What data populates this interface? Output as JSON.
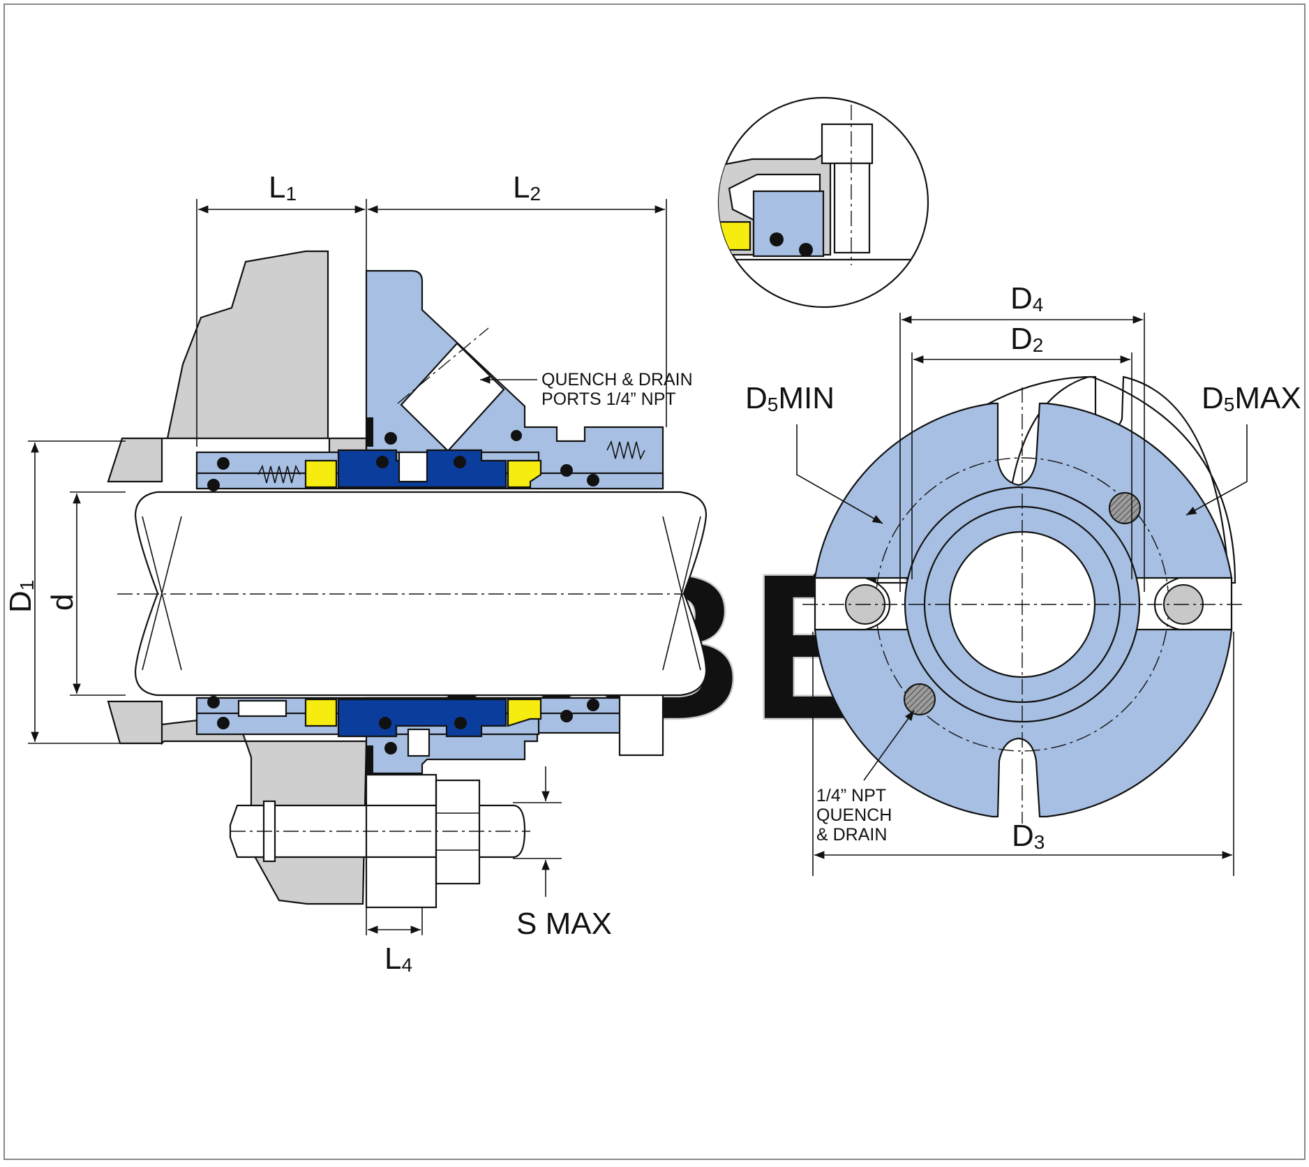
{
  "watermark": "ABEX",
  "colors": {
    "seal_blue": "#a7bfe2",
    "seal_dark_blue": "#0b3e9c",
    "face_yellow": "#f7ec0f",
    "housing_gray": "#cfcfcf",
    "hardware_white": "#ffffff",
    "oring_black": "#111111"
  },
  "cross_section": {
    "dims": {
      "L1_main": "L",
      "L1_sub": "1",
      "L2_main": "L",
      "L2_sub": "2",
      "D1_main": "D",
      "D1_sub": "1",
      "d": "d",
      "L4_main": "L",
      "L4_sub": "4",
      "smax": "S MAX"
    },
    "callout_line1": "QUENCH & DRAIN",
    "callout_line2": "PORTS 1/4” NPT"
  },
  "end_view": {
    "dims": {
      "D4_main": "D",
      "D4_sub": "4",
      "D2_main": "D",
      "D2_sub": "2",
      "D3_main": "D",
      "D3_sub": "3",
      "D5min_main": "D",
      "D5min_sub": "5",
      "D5min_tail": "MIN",
      "D5max_main": "D",
      "D5max_sub": "5",
      "D5max_tail": "MAX"
    },
    "port_line1": "1/4” NPT",
    "port_line2": "QUENCH",
    "port_line3": "& DRAIN"
  }
}
